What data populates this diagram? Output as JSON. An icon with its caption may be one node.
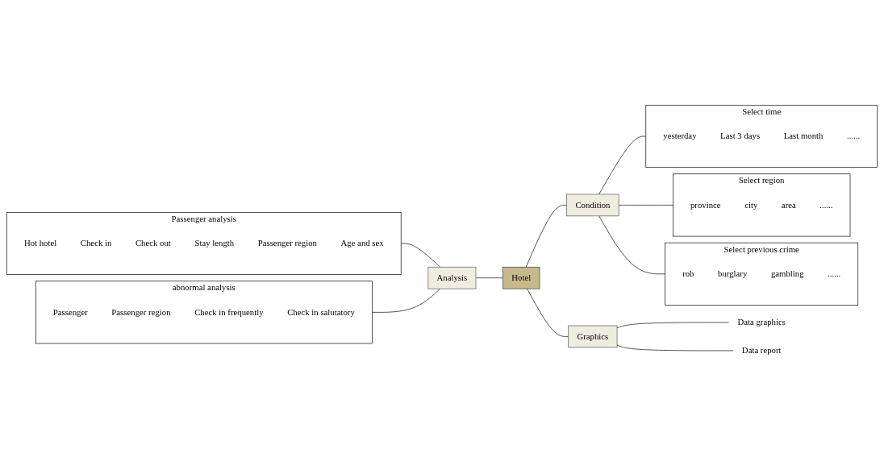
{
  "diagram": {
    "nodes": [
      {
        "text": [
          "Hotel"
        ]
      },
      {
        "text": [
          "Analysis"
        ]
      },
      {
        "text": [
          "Condition"
        ]
      },
      {
        "text": [
          "Graphics"
        ]
      },
      {
        "text": [
          "Passenger analysis"
        ]
      },
      {
        "text": [
          "Hot hotel"
        ],
        "in": 4
      },
      {
        "text": [
          "Check in"
        ],
        "in": 4
      },
      {
        "text": [
          "Check out"
        ],
        "in": 4
      },
      {
        "text": [
          "Stay length"
        ],
        "in": 4
      },
      {
        "text": [
          "Passenger region"
        ],
        "in": 4
      },
      {
        "text": [
          "Age and sex"
        ],
        "in": 4
      },
      {
        "text": [
          "abnormal analysis"
        ]
      },
      {
        "text": [
          "Passenger"
        ],
        "in": 11
      },
      {
        "text": [
          "Passenger region"
        ],
        "in": 11
      },
      {
        "text": [
          "Check in frequently"
        ],
        "in": 11
      },
      {
        "text": [
          "Check in salutatory"
        ],
        "in": 11
      },
      {
        "text": [
          "Select time"
        ]
      },
      {
        "text": [
          "yesterday"
        ],
        "in": 16
      },
      {
        "text": [
          "Last 3 days"
        ],
        "in": 16
      },
      {
        "text": [
          "Last month"
        ],
        "in": 16
      },
      {
        "text": [
          "......"
        ],
        "in": 16
      },
      {
        "text": [
          "Select region"
        ]
      },
      {
        "text": [
          "province"
        ],
        "in": 21
      },
      {
        "text": [
          "city"
        ],
        "in": 21
      },
      {
        "text": [
          "area"
        ],
        "in": 21
      },
      {
        "text": [
          "......"
        ],
        "in": 21
      },
      {
        "text": [
          "Select previous crime"
        ]
      },
      {
        "text": [
          "rob"
        ],
        "in": 26
      },
      {
        "text": [
          "burglary"
        ],
        "in": 26
      },
      {
        "text": [
          "gambling"
        ],
        "in": 26
      },
      {
        "text": [
          "......"
        ],
        "in": 26
      },
      {
        "text": [
          "Data graphics"
        ]
      },
      {
        "text": [
          "Data report"
        ]
      }
    ],
    "edges": [
      {
        "from": 4,
        "to": 1,
        "arrow": "none"
      },
      {
        "from": 11,
        "to": 1,
        "arrow": "none"
      },
      {
        "from": 1,
        "to": 0,
        "arrow": "none"
      },
      {
        "from": 0,
        "to": 2,
        "arrow": "none"
      },
      {
        "from": 0,
        "to": 3,
        "arrow": "none"
      },
      {
        "from": 2,
        "to": 16,
        "arrow": "none"
      },
      {
        "from": 2,
        "to": 21,
        "arrow": "none"
      },
      {
        "from": 2,
        "to": 26,
        "arrow": "none"
      },
      {
        "from": 3,
        "to": 31,
        "arrow": "none"
      },
      {
        "from": 3,
        "to": 32,
        "arrow": "none"
      }
    ]
  }
}
